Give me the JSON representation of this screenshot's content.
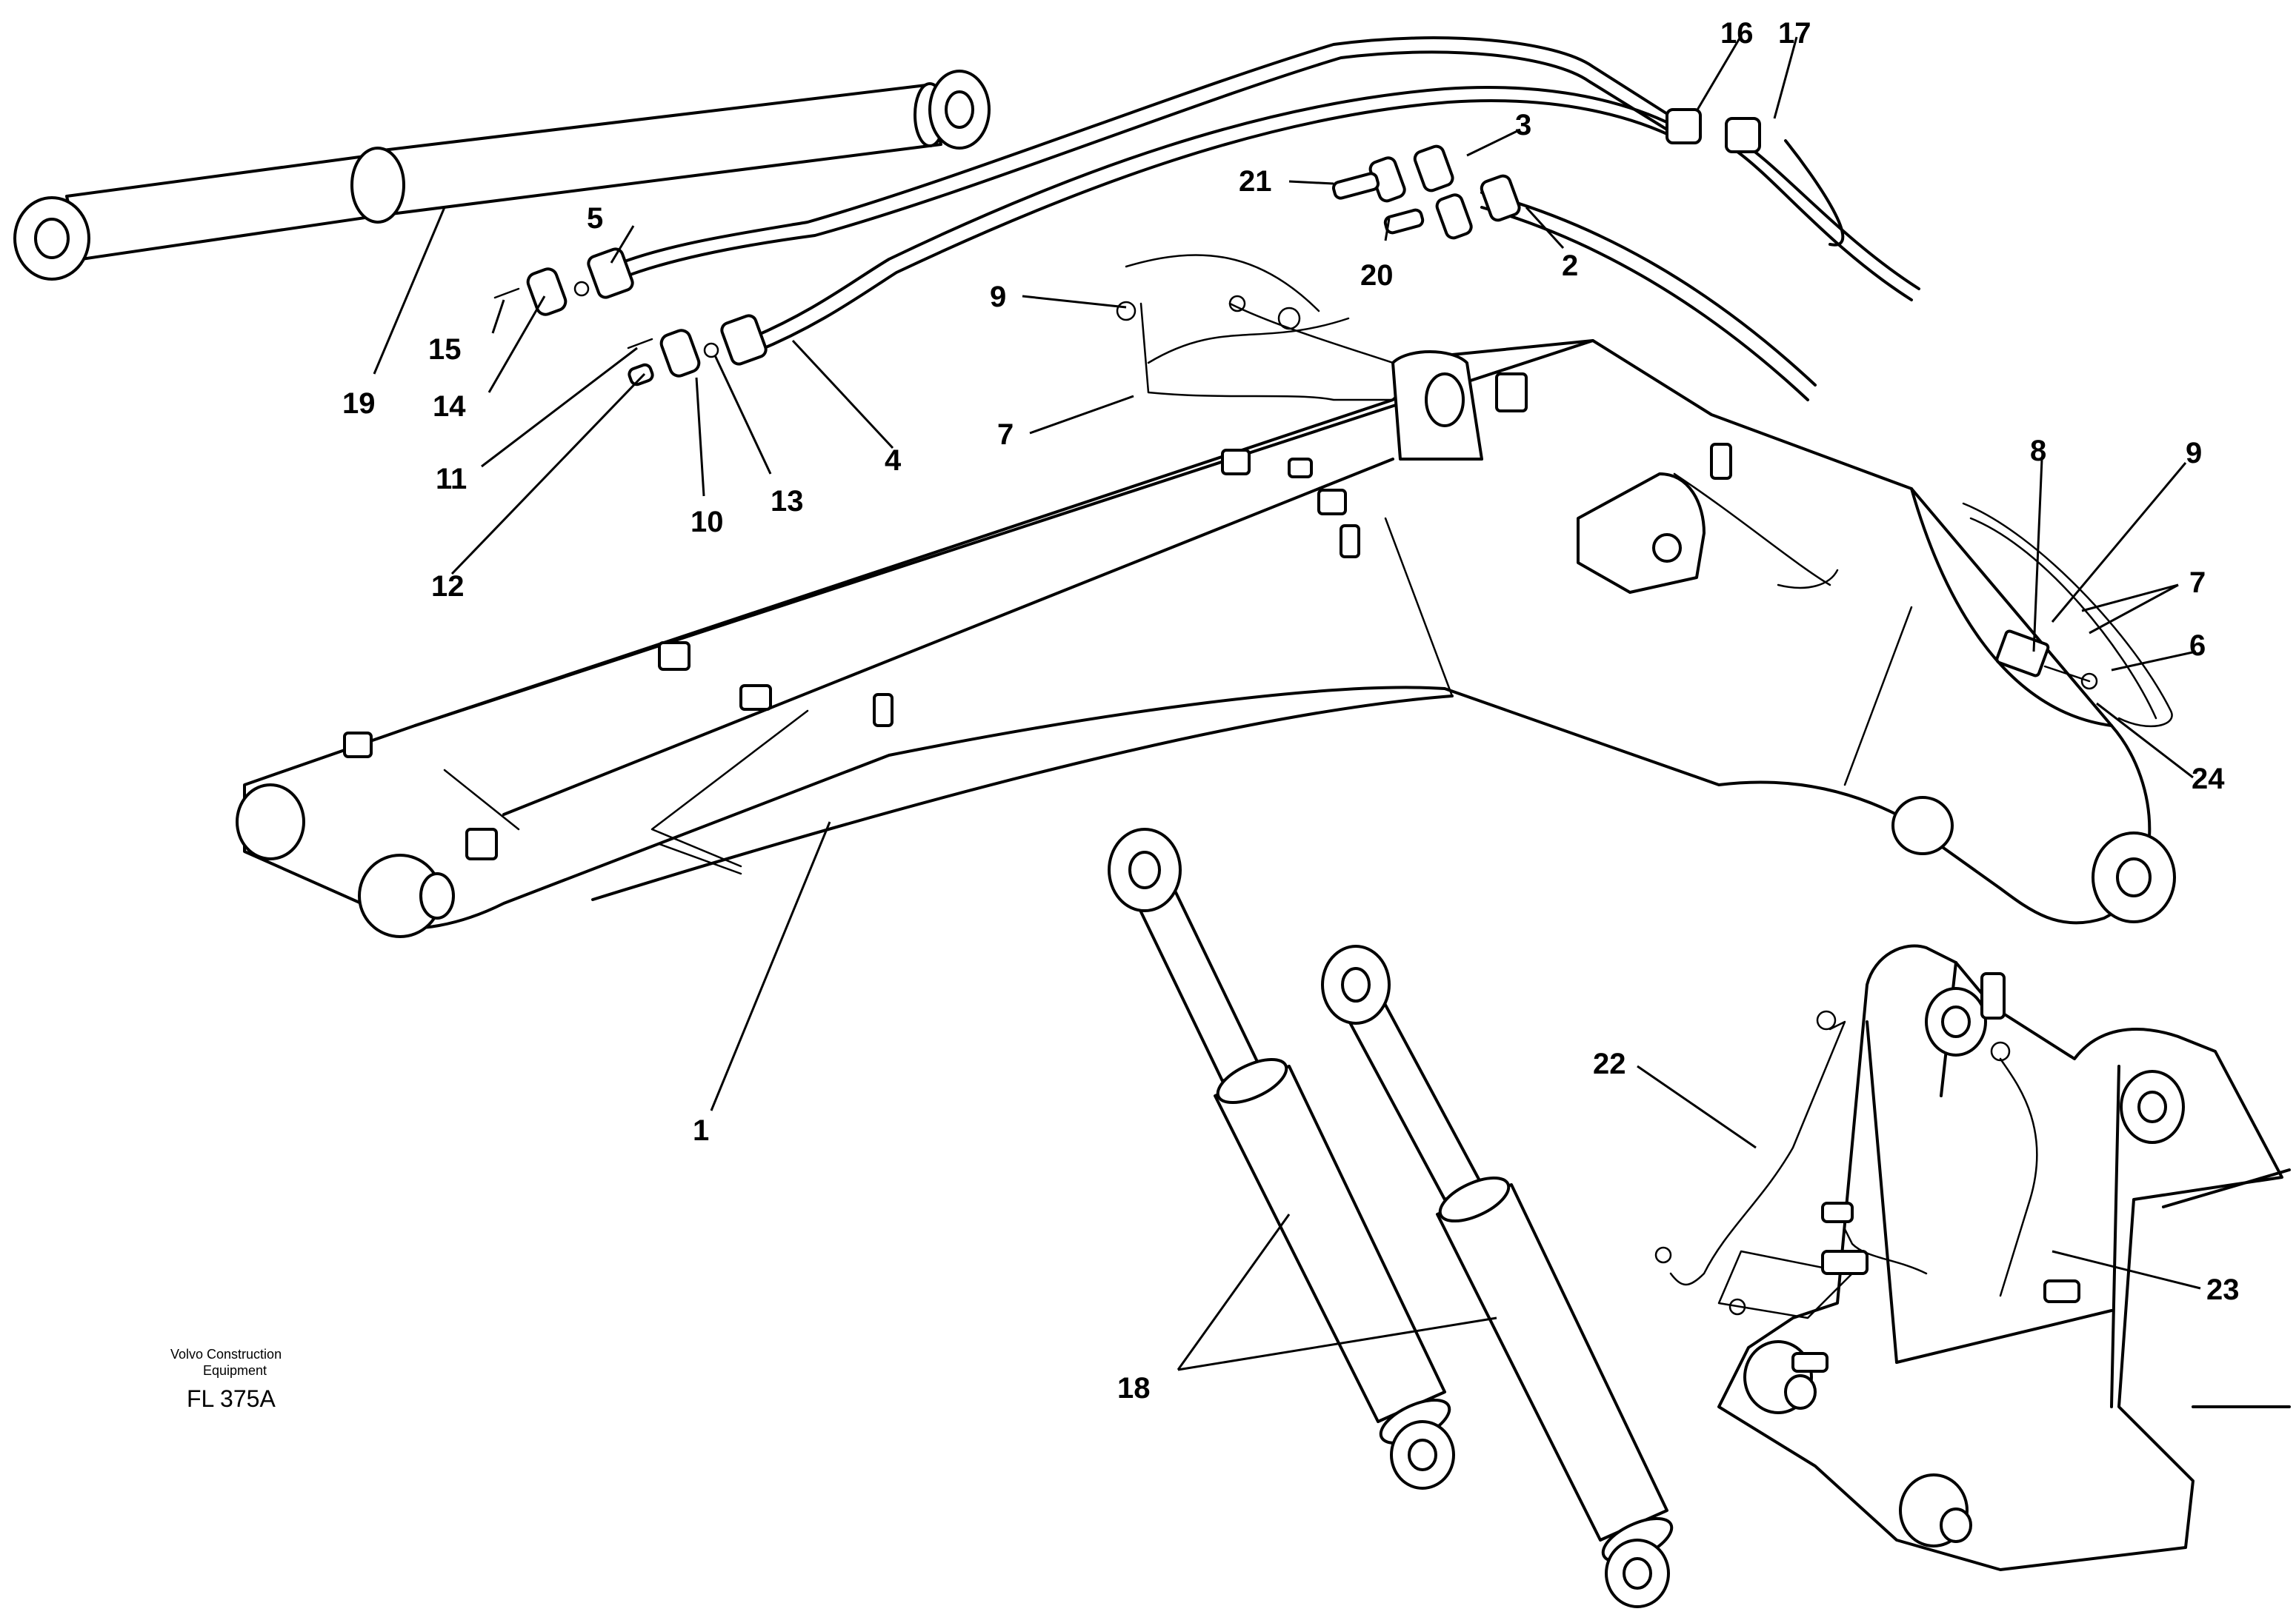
{
  "diagram": {
    "part_numbers": [
      "1",
      "2",
      "3",
      "4",
      "5",
      "6",
      "7",
      "7",
      "8",
      "9",
      "9",
      "10",
      "11",
      "12",
      "13",
      "14",
      "15",
      "16",
      "17",
      "18",
      "19",
      "20",
      "21",
      "22",
      "23",
      "24"
    ],
    "footer": {
      "maker_line1": "Volvo Construction",
      "maker_line2": "Equipment",
      "figure_code": "FL 375A"
    }
  }
}
